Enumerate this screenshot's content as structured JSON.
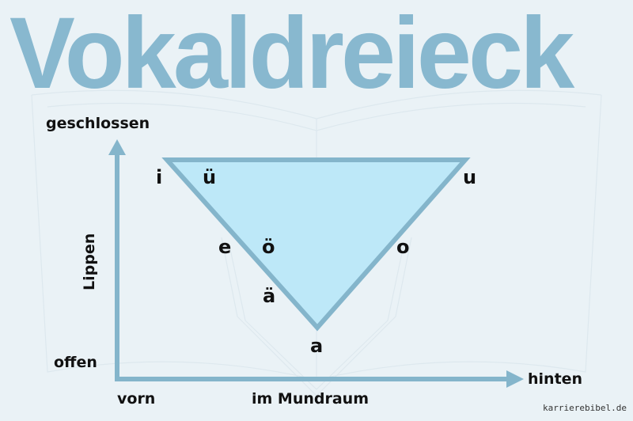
{
  "title": "Vokaldreieck",
  "axes": {
    "y_top": "geschlossen",
    "y_bottom": "offen",
    "y_label": "Lippen",
    "x_left": "vorn",
    "x_right": "hinten",
    "x_label": "im Mundraum"
  },
  "vowels": {
    "i": "i",
    "ue": "ü",
    "u": "u",
    "e": "e",
    "oe": "ö",
    "o": "o",
    "ae": "ä",
    "a": "a"
  },
  "watermark": "karrierebibel.de",
  "colors": {
    "background": "#eaf2f6",
    "title": "#88b8cf",
    "axis": "#84b5cb",
    "triangle_fill": "#bde8f8",
    "triangle_stroke": "#84b5cb",
    "text": "#111111"
  }
}
